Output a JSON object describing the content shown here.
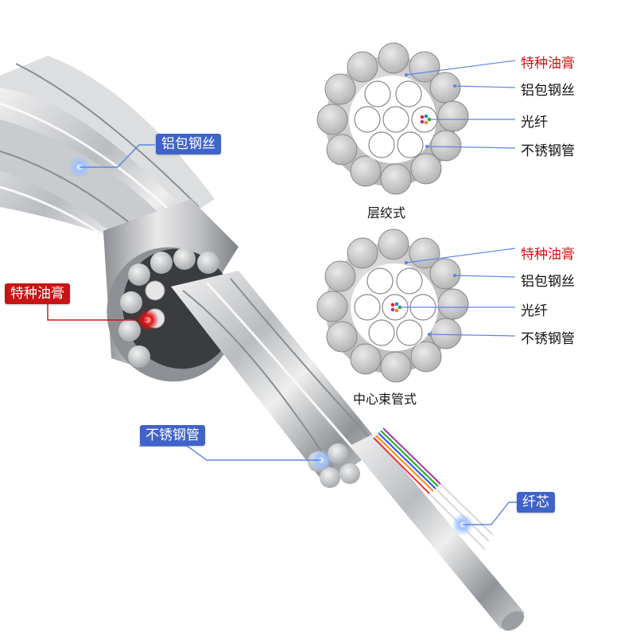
{
  "cable_callouts": {
    "aluminum_wire": "铝包钢丝",
    "special_grease": "特种油膏",
    "stainless_tube": "不锈钢管",
    "fiber_core": "纤芯"
  },
  "diagram_layered": {
    "caption": "层绞式",
    "labels": [
      "特种油膏",
      "铝包钢丝",
      "光纤",
      "不锈钢管"
    ]
  },
  "diagram_central": {
    "caption": "中心束管式",
    "labels": [
      "特种油膏",
      "铝包钢丝",
      "光纤",
      "不锈钢管"
    ]
  },
  "colors": {
    "callout_blue": "#3f63c8",
    "callout_red": "#c81414",
    "label_red": "#d21010",
    "leader_line": "#5b86e5"
  }
}
